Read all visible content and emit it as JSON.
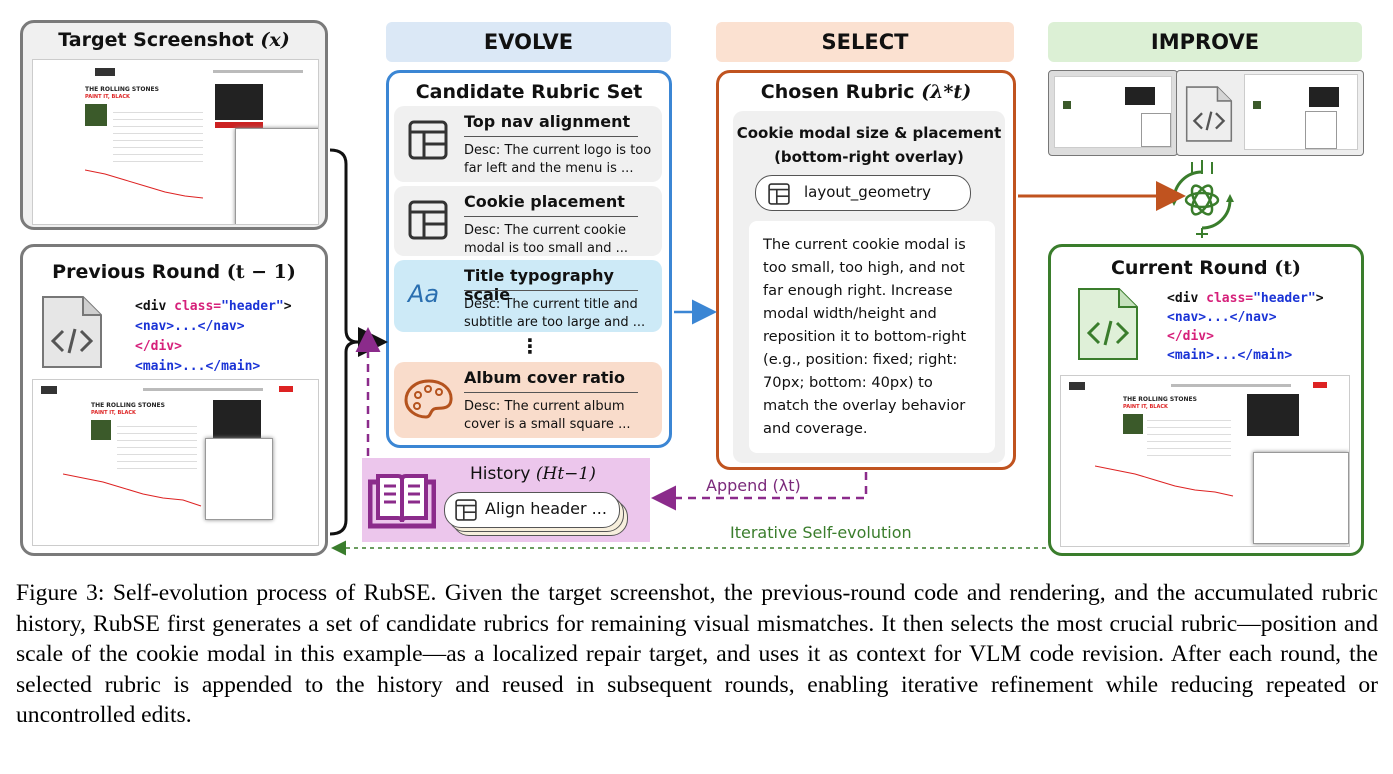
{
  "stages": {
    "evolve": "EVOLVE",
    "select": "SELECT",
    "improve": "IMPROVE"
  },
  "target": {
    "title": "Target Screenshot",
    "var": "(x)",
    "site_title": "THE ROLLING STONES",
    "site_subtitle": "PAINT IT, BLACK"
  },
  "previous": {
    "title": "Previous Round",
    "var": "(t − 1)",
    "code": [
      "<div ",
      "class=",
      "\"header\"",
      ">",
      "<nav>...</nav>",
      "</div>",
      "<main>...</main>"
    ],
    "site_title": "THE ROLLING STONES",
    "site_subtitle": "PAINT IT, BLACK"
  },
  "candidates": {
    "title": "Candidate Rubric Set",
    "ellipsis": "⋮",
    "items": [
      {
        "title": "Top nav alignment",
        "desc_label": "Desc:",
        "desc": "The current logo is too far left and the menu is ...",
        "color": "#f0f0f0",
        "icon": "layout-icon"
      },
      {
        "title": "Cookie placement",
        "desc_label": "Desc:",
        "desc": "The current cookie modal is too small and ...",
        "color": "#f0f0f0",
        "icon": "layout-icon"
      },
      {
        "title": "Title typography scale",
        "desc_label": "Desc:",
        "desc": "The current title and subtitle are too large and ...",
        "color": "#cdeaf7",
        "icon": "typography-icon",
        "icon_text": "Aa"
      },
      {
        "title": "Album cover ratio",
        "desc_label": "Desc:",
        "desc": "The current album cover is a small square ...",
        "color": "#f9dccb",
        "icon": "palette-icon"
      }
    ]
  },
  "chosen": {
    "title": "Chosen Rubric",
    "var": "(λ*t)",
    "name_line1": "Cookie modal size & placement",
    "name_line2": "(bottom-right overlay)",
    "tag": "layout_geometry",
    "body": [
      "The current cookie modal is",
      "too small, too high, and not",
      "far enough right. Increase",
      "modal width/height and",
      "reposition it to bottom-right",
      "(e.g., position: fixed; right:",
      "70px; bottom: 40px) to",
      "match the overlay behavior",
      "and coverage."
    ]
  },
  "history": {
    "title": "History",
    "var": "(Ht−1)",
    "item": "Align header ..."
  },
  "append_label": "Append (λt)",
  "iterative_label": "Iterative Self-evolution",
  "current": {
    "title": "Current Round",
    "var": "(t)",
    "code": [
      "<div ",
      "class=",
      "\"header\"",
      ">",
      "<nav>...</nav>",
      "</div>",
      "<main>...</main>"
    ],
    "site_title": "THE ROLLING STONES",
    "site_subtitle": "PAINT IT, BLACK"
  },
  "caption": "Figure 3: Self-evolution process of RubSE. Given the target screenshot, the previous-round code and rendering, and the accumulated rubric history, RubSE first generates a set of candidate rubrics for remaining visual mismatches. It then selects the most crucial rubric—position and scale of the cookie modal in this example—as a localized repair target, and uses it as context for VLM code revision. After each round, the selected rubric is appended to the history and reused in subsequent rounds, enabling iterative refinement while reducing repeated or uncontrolled edits.",
  "colors": {
    "evolve": "#3b86d4",
    "select": "#c0531f",
    "improve": "#3a7d2c",
    "history": "#8b2b8b"
  }
}
